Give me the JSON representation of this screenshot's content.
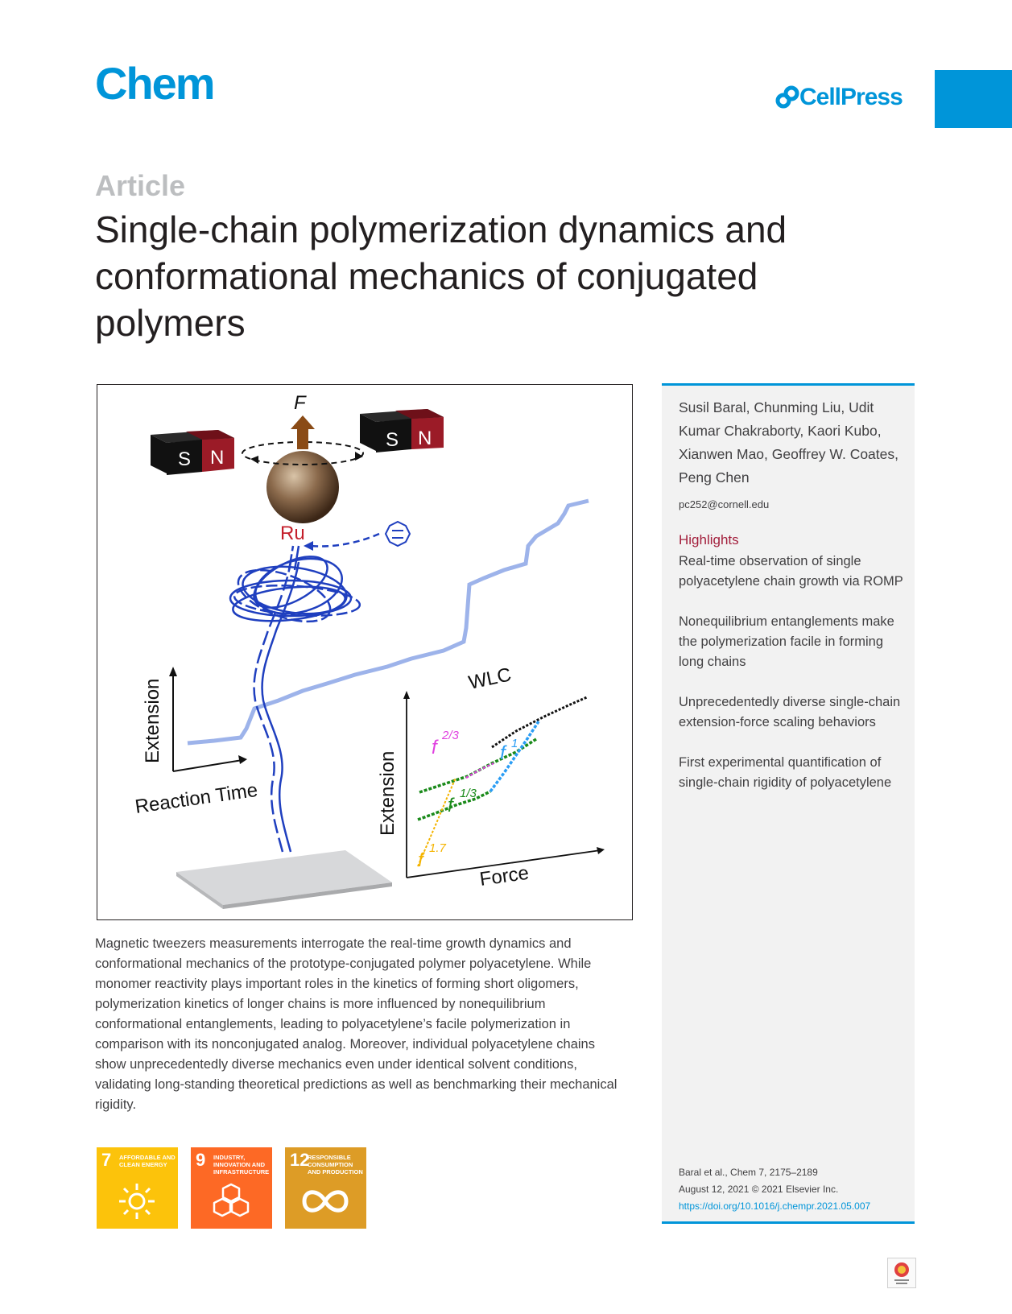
{
  "header": {
    "journal": "Chem",
    "publisher": "CellPress"
  },
  "article": {
    "type": "Article",
    "title": "Single-chain polymerization dynamics and conformational mechanics of conjugated polymers"
  },
  "graphical_abstract": {
    "labels": {
      "force": "F",
      "magnet_s": "S",
      "magnet_n": "N",
      "catalyst": "Ru",
      "trace_y_axis": "Extension",
      "trace_x_axis": "Reaction Time",
      "plot_y_axis": "Extension",
      "plot_x_axis": "Force",
      "wlc": "WLC",
      "scaling_f": "f",
      "exp_2_3": "2/3",
      "exp_1": "1",
      "exp_1_3": "1/3",
      "exp_1_7": "1.7"
    }
  },
  "abstract_text": "Magnetic tweezers measurements interrogate the real-time growth dynamics and conformational mechanics of the prototype-conjugated polymer polyacetylene. While monomer reactivity plays important roles in the kinetics of forming short oligomers, polymerization kinetics of longer chains is more influenced by nonequilibrium conformational entanglements, leading to polyacetylene’s facile polymerization in comparison with its nonconjugated analog. Moreover, individual polyacetylene chains show unprecedentedly diverse mechanics even under identical solvent conditions, validating long-standing theoretical predictions as well as benchmarking their mechanical rigidity.",
  "sdgs": [
    {
      "number": "7",
      "label": "Affordable and clean energy",
      "color": "#fcc30b",
      "icon": "sun-icon"
    },
    {
      "number": "9",
      "label": "Industry, innovation and infrastructure",
      "color": "#fd6925",
      "icon": "cubes-icon"
    },
    {
      "number": "12",
      "label": "Responsible consumption and production",
      "color": "#dd9c26",
      "icon": "infinity-icon"
    }
  ],
  "sidebar": {
    "authors": "Susil Baral, Chunming Liu, Udit Kumar Chakraborty, Kaori Kubo, Xianwen Mao, Geoffrey W. Coates, Peng Chen",
    "email": "pc252@cornell.edu",
    "highlights_heading": "Highlights",
    "highlights": [
      "Real-time observation of single polyacetylene chain growth via ROMP",
      "Nonequilibrium entanglements make the polymerization facile in forming long chains",
      "Unprecedentedly diverse single-chain extension-force scaling behaviors",
      "First experimental quantification of single-chain rigidity of polyacetylene"
    ],
    "citation_line1": "Baral et al., Chem 7, 2175–2189",
    "citation_line2": "August 12, 2021 © 2021 Elsevier Inc.",
    "doi": "https://doi.org/10.1016/j.chempr.2021.05.007"
  },
  "colors": {
    "brand": "#0095d9",
    "highlight_heading": "#a3203d",
    "chain_blue": "#1f3fbf",
    "trace_blue": "#9db3ea"
  }
}
